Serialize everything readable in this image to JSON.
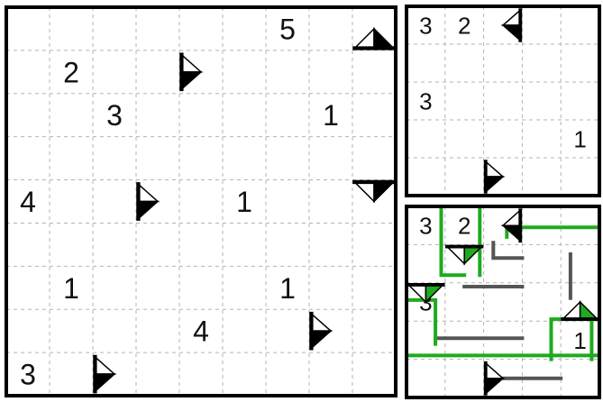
{
  "puzzles": [
    {
      "id": "main-puzzle",
      "rows": 9,
      "cols": 9,
      "numbers": [
        {
          "r": 0,
          "c": 6,
          "v": "5"
        },
        {
          "r": 1,
          "c": 1,
          "v": "2"
        },
        {
          "r": 2,
          "c": 2,
          "v": "3"
        },
        {
          "r": 2,
          "c": 7,
          "v": "1"
        },
        {
          "r": 4,
          "c": 0,
          "v": "4"
        },
        {
          "r": 4,
          "c": 5,
          "v": "1"
        },
        {
          "r": 6,
          "c": 1,
          "v": "1"
        },
        {
          "r": 6,
          "c": 6,
          "v": "1"
        },
        {
          "r": 7,
          "c": 4,
          "v": "4"
        },
        {
          "r": 8,
          "c": 0,
          "v": "3"
        }
      ],
      "triangles": [
        {
          "r": 0,
          "c": 8,
          "dir": "up"
        },
        {
          "r": 1,
          "c": 4,
          "dir": "right"
        },
        {
          "r": 4,
          "c": 3,
          "dir": "right"
        },
        {
          "r": 4,
          "c": 8,
          "dir": "down"
        },
        {
          "r": 7,
          "c": 7,
          "dir": "right"
        },
        {
          "r": 8,
          "c": 2,
          "dir": "right"
        }
      ]
    },
    {
      "id": "example-puzzle",
      "rows": 5,
      "cols": 5,
      "numbers": [
        {
          "r": 0,
          "c": 0,
          "v": "3"
        },
        {
          "r": 0,
          "c": 1,
          "v": "2"
        },
        {
          "r": 2,
          "c": 0,
          "v": "3"
        },
        {
          "r": 3,
          "c": 4,
          "v": "1"
        }
      ],
      "triangles": [
        {
          "r": 0,
          "c": 2,
          "dir": "left"
        },
        {
          "r": 4,
          "c": 2,
          "dir": "right"
        }
      ]
    },
    {
      "id": "example-solution",
      "rows": 5,
      "cols": 5,
      "numbers": [
        {
          "r": 0,
          "c": 0,
          "v": "3"
        },
        {
          "r": 0,
          "c": 1,
          "v": "2"
        },
        {
          "r": 2,
          "c": 0,
          "v": "3"
        },
        {
          "r": 3,
          "c": 4,
          "v": "1"
        }
      ],
      "triangles": [
        {
          "r": 0,
          "c": 2,
          "dir": "left"
        },
        {
          "r": 1,
          "c": 1,
          "dir": "down",
          "fill": "#1faa1f"
        },
        {
          "r": 2,
          "c": 0,
          "dir": "down",
          "fill": "#1faa1f"
        },
        {
          "r": 2,
          "c": 4,
          "dir": "up",
          "fill": "#1faa1f"
        },
        {
          "r": 4,
          "c": 2,
          "dir": "right"
        }
      ],
      "green_lines": [
        [
          [
            0.9,
            0
          ],
          [
            0.9,
            1.8
          ],
          [
            1.5,
            1.8
          ]
        ],
        [
          [
            1.9,
            0
          ],
          [
            1.9,
            1.8
          ]
        ],
        [
          [
            0,
            2.45
          ],
          [
            0.75,
            2.45
          ],
          [
            0.75,
            3.6
          ]
        ],
        [
          [
            0,
            3.9
          ],
          [
            5,
            3.9
          ]
        ],
        [
          [
            2.6,
            0.8
          ],
          [
            2.6,
            0.55
          ],
          [
            5,
            0.55
          ]
        ],
        [
          [
            3.75,
            4
          ],
          [
            3.75,
            2.95
          ],
          [
            4.8,
            2.95
          ],
          [
            4.8,
            4
          ]
        ]
      ],
      "gray_lines": [
        [
          [
            2.25,
            0.95
          ],
          [
            2.25,
            1.35
          ],
          [
            3,
            1.35
          ]
        ],
        [
          [
            1.5,
            2.1
          ],
          [
            3,
            2.1
          ]
        ],
        [
          [
            0.75,
            3.45
          ],
          [
            3,
            3.45
          ]
        ],
        [
          [
            4.25,
            1.25
          ],
          [
            4.25,
            2.4
          ]
        ],
        [
          [
            2.45,
            4.5
          ],
          [
            4,
            4.5
          ]
        ]
      ]
    }
  ],
  "colors": {
    "border": "#000000",
    "grid": "#b3b3b3",
    "text": "#111111",
    "green_path": "#1faa1f",
    "gray_path": "#555555"
  }
}
